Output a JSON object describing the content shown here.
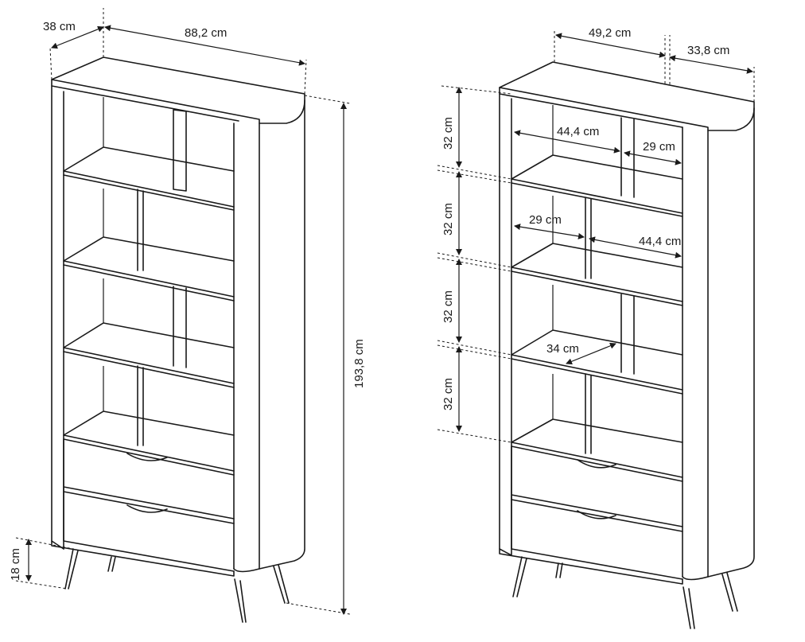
{
  "left_view": {
    "depth": "38 cm",
    "width": "88,2 cm",
    "height": "193,8 cm",
    "leg_height": "18 cm"
  },
  "right_view": {
    "width_left": "49,2 cm",
    "width_right": "33,8 cm",
    "shelf_heights": [
      "32 cm",
      "32 cm",
      "32 cm",
      "32 cm"
    ],
    "compartments": {
      "row1_wide": "44,4 cm",
      "row1_narrow": "29 cm",
      "row2_narrow": "29 cm",
      "row2_wide": "44,4 cm",
      "row3_depth": "34 cm"
    }
  }
}
